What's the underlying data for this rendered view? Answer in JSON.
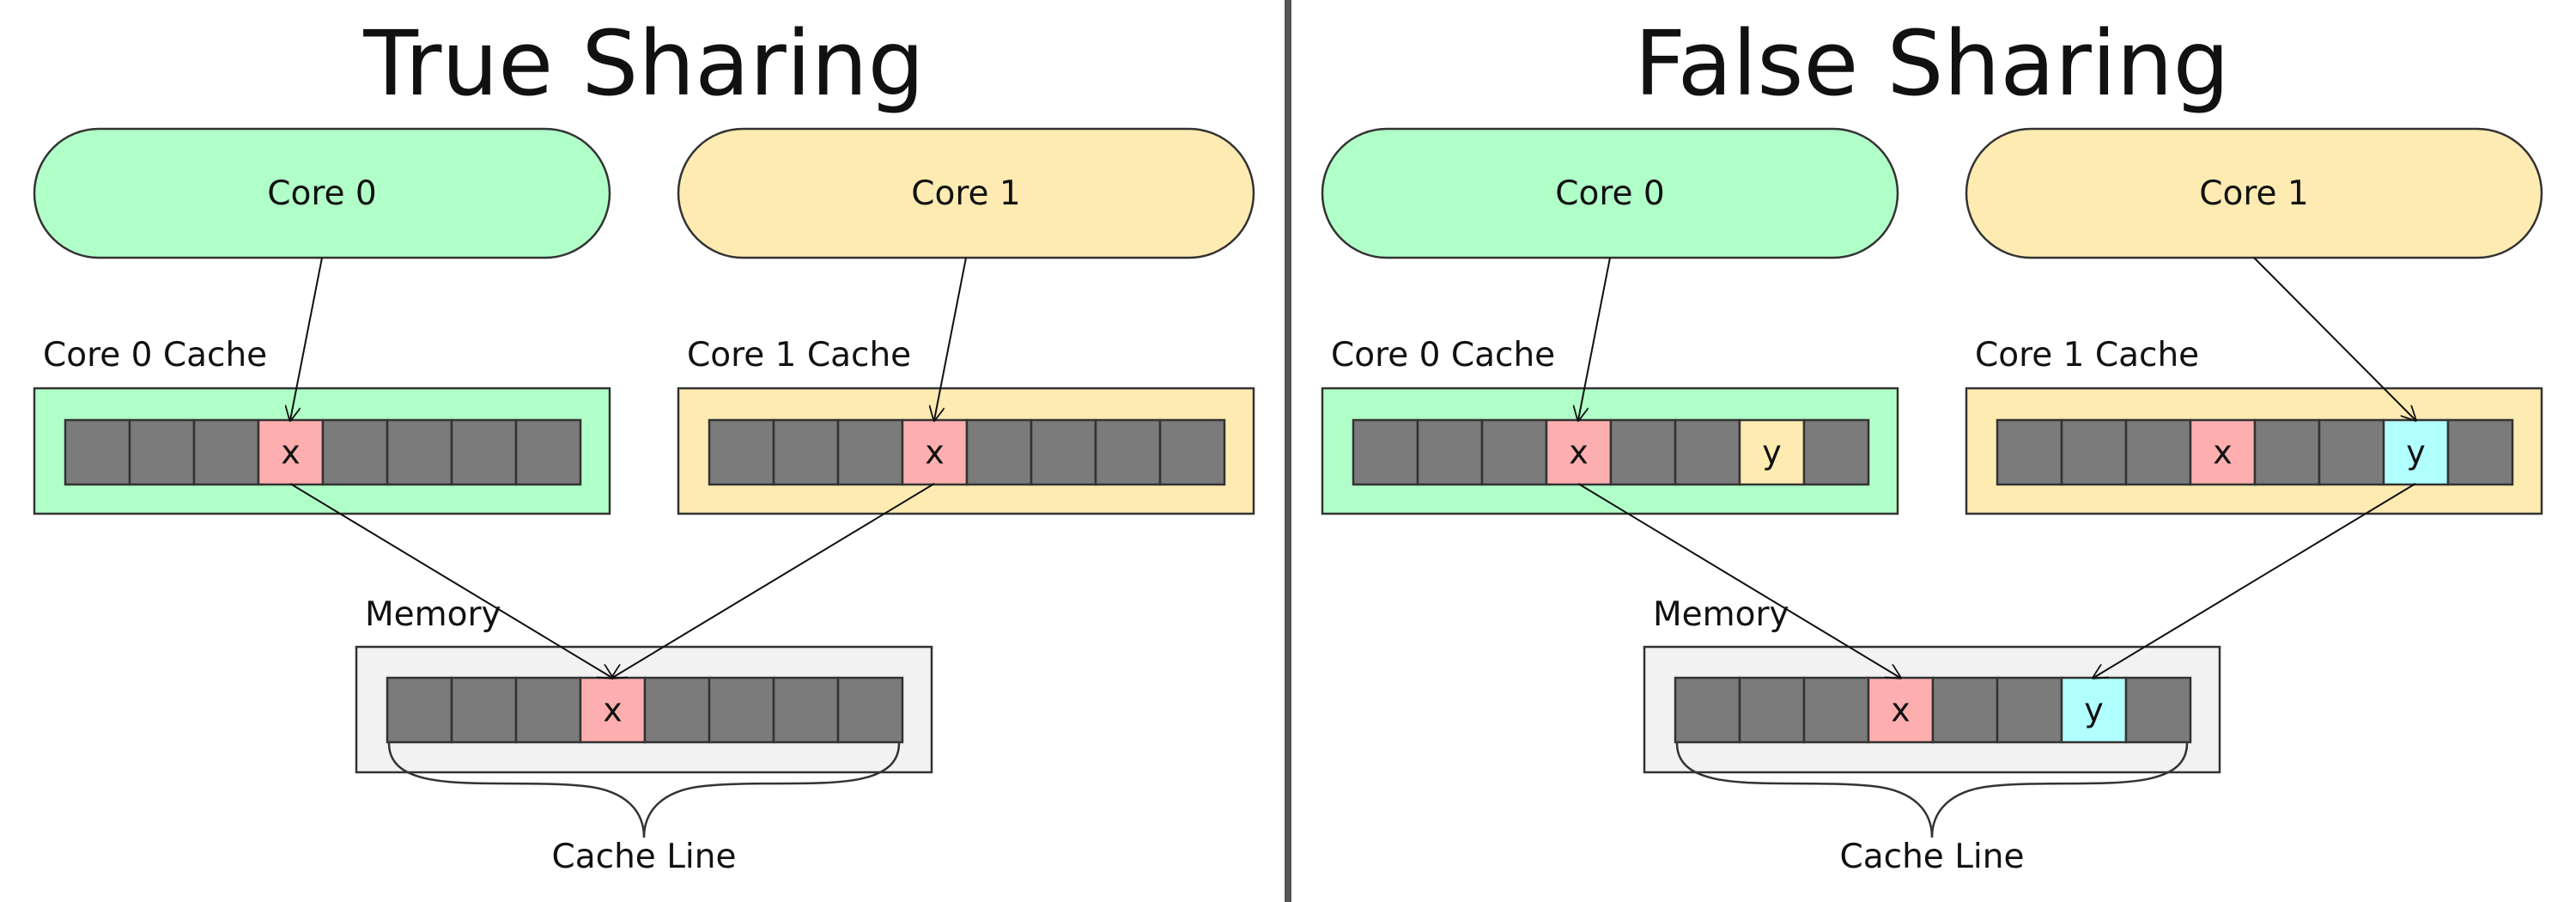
{
  "colors": {
    "core0": "#b1ffc8",
    "core1": "#feebb2",
    "mem": "#f2f2f2",
    "cell": "#7b7b7b",
    "x": "#fdafaf",
    "y_core0": "#feebb2",
    "y": "#b1fffe",
    "stroke": "#333333",
    "divider": "#555555"
  },
  "panels": [
    {
      "title": "True Sharing",
      "core0": {
        "label": "Core 0",
        "cache_label": "Core 0 Cache",
        "cells": [
          "",
          "",
          "",
          "x",
          "",
          "",
          "",
          ""
        ]
      },
      "core1": {
        "label": "Core 1",
        "cache_label": "Core 1 Cache",
        "cells": [
          "",
          "",
          "",
          "x",
          "",
          "",
          "",
          ""
        ]
      },
      "memory": {
        "label": "Memory",
        "cells": [
          "",
          "",
          "",
          "x",
          "",
          "",
          "",
          ""
        ]
      },
      "brace_label": "Cache Line"
    },
    {
      "title": "False Sharing",
      "core0": {
        "label": "Core 0",
        "cache_label": "Core 0 Cache",
        "cells": [
          "",
          "",
          "",
          "x",
          "",
          "",
          "y",
          ""
        ]
      },
      "core1": {
        "label": "Core 1",
        "cache_label": "Core 1 Cache",
        "cells": [
          "",
          "",
          "",
          "x",
          "",
          "",
          "y",
          ""
        ]
      },
      "memory": {
        "label": "Memory",
        "cells": [
          "",
          "",
          "",
          "x",
          "",
          "",
          "y",
          ""
        ]
      },
      "brace_label": "Cache Line"
    }
  ]
}
